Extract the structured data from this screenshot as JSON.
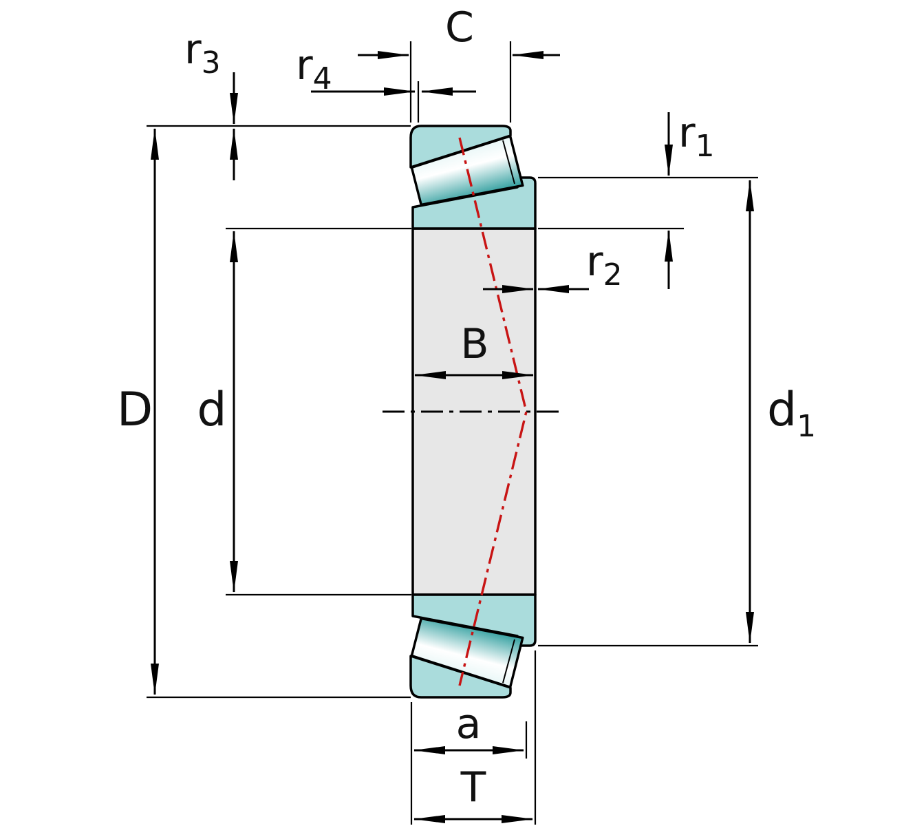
{
  "diagram": {
    "type": "technical-drawing",
    "subject": "Tapered roller bearing cross-section with dimension symbols",
    "colors": {
      "ring_fill": "#aadcdc",
      "roller_teal": "#2f9e9e",
      "section_gray": "#e7e7e7",
      "pressure_line_red": "#c81414",
      "line_black": "#000000",
      "background": "#ffffff"
    },
    "labels": {
      "C": {
        "base": "C",
        "sub": ""
      },
      "r3": {
        "base": "r",
        "sub": "3"
      },
      "r4": {
        "base": "r",
        "sub": "4"
      },
      "r1": {
        "base": "r",
        "sub": "1"
      },
      "r2": {
        "base": "r",
        "sub": "2"
      },
      "B": {
        "base": "B",
        "sub": ""
      },
      "D": {
        "base": "D",
        "sub": ""
      },
      "d": {
        "base": "d",
        "sub": ""
      },
      "d1": {
        "base": "d",
        "sub": "1"
      },
      "a": {
        "base": "a",
        "sub": ""
      },
      "T": {
        "base": "T",
        "sub": ""
      }
    }
  }
}
